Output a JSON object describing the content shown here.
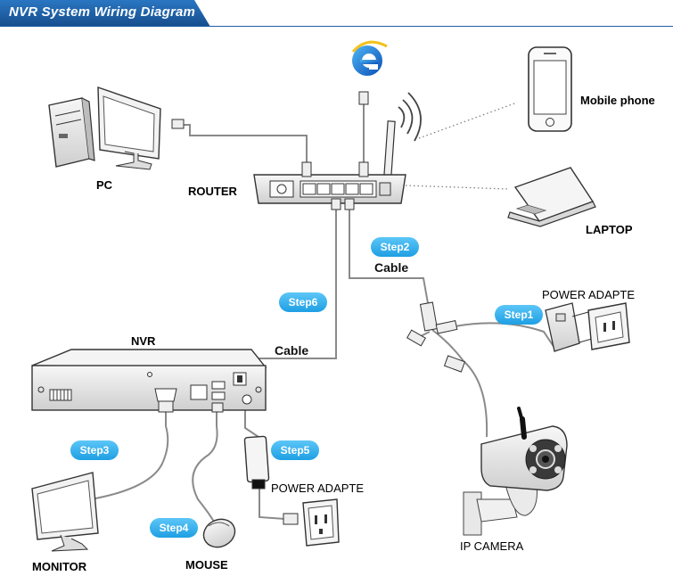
{
  "header": {
    "title": "NVR System Wiring Diagram"
  },
  "colors": {
    "header_blue": "#1d5fa8",
    "step_blue": "#33b1f0",
    "cable_gray": "#8a8a8a"
  },
  "labels": {
    "pc": "PC",
    "router": "ROUTER",
    "mobile_phone": "Mobile phone",
    "laptop": "LAPTOP",
    "nvr": "NVR",
    "power_adapter_top": "POWER ADAPTE",
    "power_adapter_bottom": "POWER ADAPTE",
    "ip_camera": "IP  CAMERA",
    "monitor": "MONITOR",
    "mouse": "MOUSE",
    "cable_top": "Cable",
    "cable_left": "Cable"
  },
  "steps": {
    "step1": "Step1",
    "step2": "Step2",
    "step3": "Step3",
    "step4": "Step4",
    "step5": "Step5",
    "step6": "Step6"
  },
  "icons": {
    "internet": "internet-explorer-icon",
    "wifi": "wifi-signal-icon"
  }
}
